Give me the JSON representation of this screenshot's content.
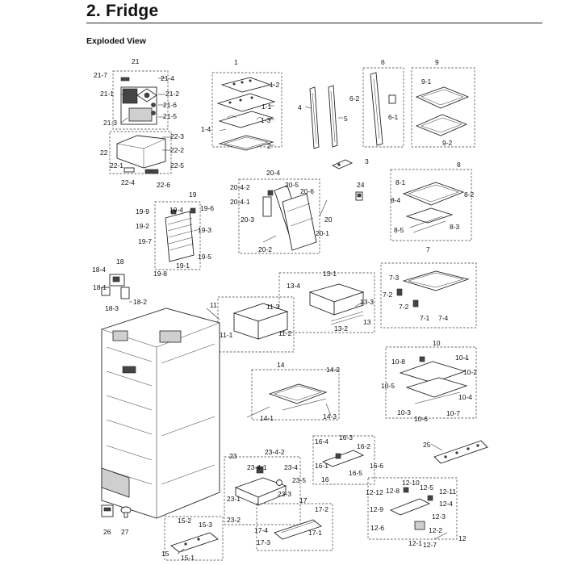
{
  "header": {
    "title": "2.  Fridge",
    "subtitle": "Exploded View"
  },
  "labels": {
    "l21": "21",
    "l21_7": "21-7",
    "l21_4": "21-4",
    "l21_1": "21-1",
    "l21_2": "21-2",
    "l21_6": "21-6",
    "l21_5": "21-5",
    "l21_3": "21-3",
    "l22": "22",
    "l22_3": "22-3",
    "l22_2": "22-2",
    "l22_1": "22-1",
    "l22_5": "22-5",
    "l22_4": "22-4",
    "l22_6": "22-6",
    "l1": "1",
    "l1_2": "1-2",
    "l1_1": "1-1",
    "l1_3": "1-3",
    "l1_4": "1-4",
    "l2": "2",
    "l4": "4",
    "l5": "5",
    "l6": "6",
    "l6_2": "6-2",
    "l6_1": "6-1",
    "l9": "9",
    "l9_1": "9-1",
    "l9_2": "9-2",
    "l3": "3",
    "l24": "24",
    "l8": "8",
    "l8_1": "8-1",
    "l8_2": "8-2",
    "l8_4": "8-4",
    "l8_3": "8-3",
    "l8_5": "8-5",
    "l20_4": "20-4",
    "l20_4_2": "20-4-2",
    "l20_5": "20-5",
    "l20_6": "20-6",
    "l20_4_1": "20-4-1",
    "l20_3": "20-3",
    "l20": "20",
    "l20_1": "20-1",
    "l20_2": "20-2",
    "l19": "19",
    "l19_9": "19-9",
    "l19_4": "19-4",
    "l19_6": "19-6",
    "l19_2": "19-2",
    "l19_3": "19-3",
    "l19_7": "19-7",
    "l19_5": "19-5",
    "l19_1": "19-1",
    "l19_8": "19-8",
    "l18": "18",
    "l18_4": "18-4",
    "l18_1": "18-1",
    "l18_2": "18-2",
    "l18_3": "18-3",
    "l13_1": "13-1",
    "l13_4": "13-4",
    "l13_3": "13-3",
    "l13_2": "13-2",
    "l13": "13",
    "l7": "7",
    "l7_3": "7-3",
    "l7_2a": "7-2",
    "l7_2b": "7-2",
    "l7_1": "7-1",
    "l7_4": "7-4",
    "l11": "11",
    "l11_3": "11-3",
    "l11_1": "11-1",
    "l11_2": "11-2",
    "l10": "10",
    "l10_8": "10-8",
    "l10_1": "10-1",
    "l10_2": "10-2",
    "l10_5": "10-5",
    "l10_4": "10-4",
    "l10_3": "10-3",
    "l10_6": "10-6",
    "l10_7": "10-7",
    "l14": "14",
    "l14_2": "14-2",
    "l14_1": "14-1",
    "l14_3": "14-3",
    "l16_4": "16-4",
    "l16_3": "16-3",
    "l16_2": "16-2",
    "l16_1": "16-1",
    "l16_6": "16-6",
    "l16_5": "16-5",
    "l16": "16",
    "l25": "25",
    "l23": "23",
    "l23_4_2": "23-4-2",
    "l23_4_1": "23-4-1",
    "l23_4": "23-4",
    "l23_5": "23-5",
    "l23_3": "23-3",
    "l23_1": "23-1",
    "l23_2": "23-2",
    "l17": "17",
    "l17_2": "17-2",
    "l17_4": "17-4",
    "l17_1": "17-1",
    "l17_3": "17-3",
    "l12_10": "12-10",
    "l12_8": "12-8",
    "l12_5": "12-5",
    "l12_11": "12-11",
    "l12_12": "12-12",
    "l12_4": "12-4",
    "l12_9": "12-9",
    "l12_3": "12-3",
    "l12_6": "12-6",
    "l12_2": "12-2",
    "l12_1": "12-1",
    "l12_7": "12-7",
    "l12": "12",
    "l26": "26",
    "l27": "27",
    "l15_2": "15-2",
    "l15_3": "15-3",
    "l15": "15",
    "l15_1": "15-1"
  }
}
